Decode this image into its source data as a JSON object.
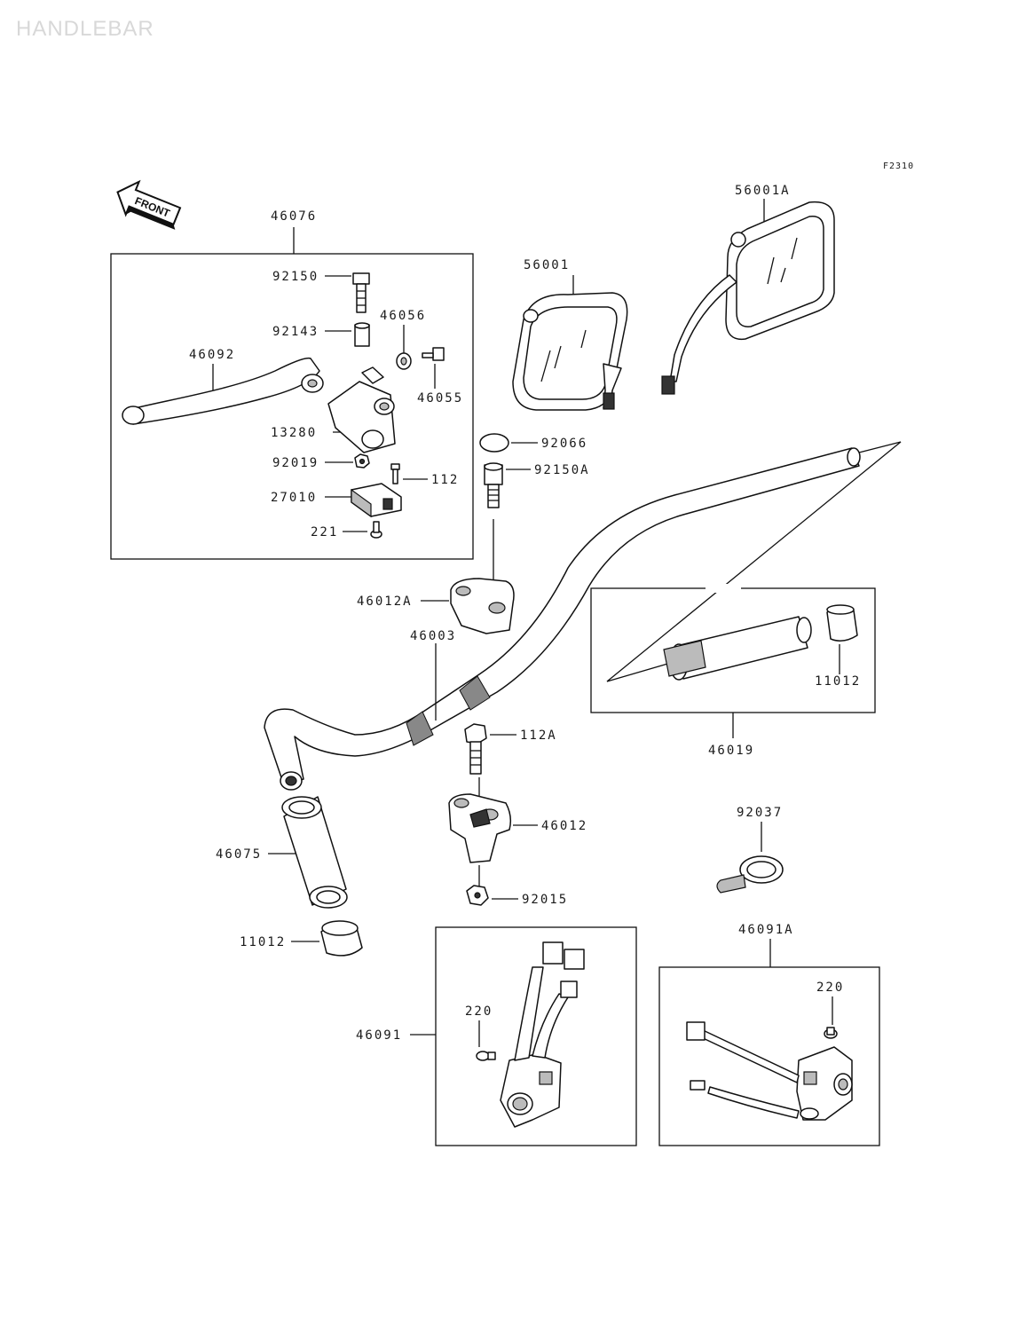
{
  "title": "HANDLEBAR",
  "figure_code": "F2310",
  "front_label": "FRONT",
  "parts": {
    "p46076": "46076",
    "p92150": "92150",
    "p92143": "92143",
    "p46056": "46056",
    "p46092": "46092",
    "p46055": "46055",
    "p13280": "13280",
    "p92019": "92019",
    "p112": "112",
    "p27010": "27010",
    "p221": "221",
    "p56001": "56001",
    "p56001A": "56001A",
    "p92066": "92066",
    "p92150A": "92150A",
    "p46012A": "46012A",
    "p46003": "46003",
    "p11012_r": "11012",
    "p46019": "46019",
    "p112A": "112A",
    "p46012": "46012",
    "p92037": "92037",
    "p46075": "46075",
    "p92015": "92015",
    "p11012_l": "11012",
    "p46091A": "46091A",
    "p220_r": "220",
    "p220_l": "220",
    "p46091": "46091"
  }
}
